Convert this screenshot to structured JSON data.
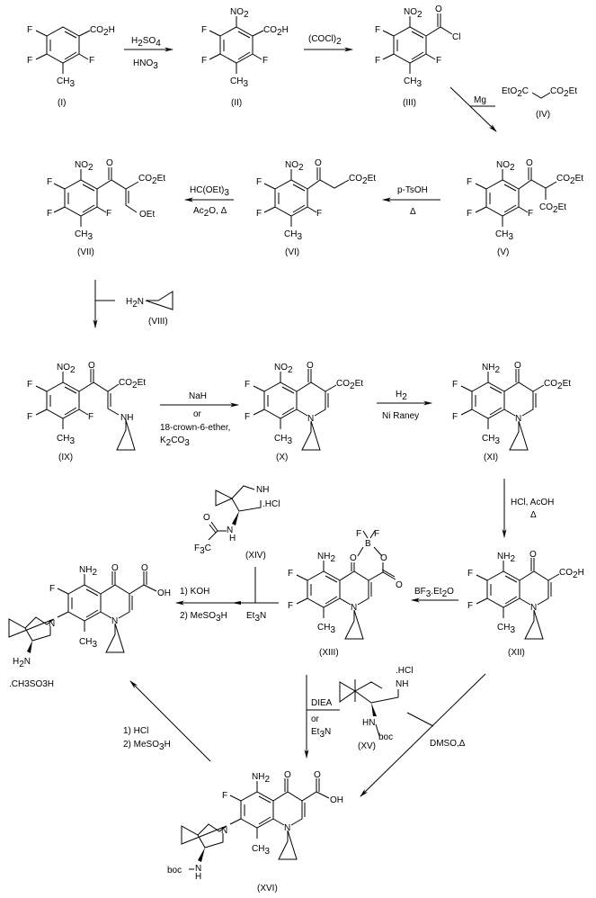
{
  "title": "Synthesis scheme of 5-amino-7-(7-amino-5-azaspiro[2.4]hept-5-yl)-1-cyclopropyl-6-fluoro-8-methyl-4-oxoquinoline-3-carboxylic acid",
  "compounds": {
    "I": {
      "label": "(I)",
      "groups": [
        "F",
        "F",
        "F",
        "CH3",
        "CO2H"
      ]
    },
    "II": {
      "label": "(II)",
      "groups": [
        "NO2",
        "F",
        "F",
        "F",
        "CH3",
        "CO2H"
      ]
    },
    "III": {
      "label": "(III)",
      "groups": [
        "NO2",
        "F",
        "F",
        "F",
        "CH3",
        "O",
        "Cl"
      ]
    },
    "IV": {
      "label": "(IV)",
      "formula_left": "EtO2C",
      "formula_right": "CO2Et"
    },
    "V": {
      "label": "(V)",
      "groups": [
        "NO2",
        "O",
        "CO2Et",
        "CO2Et",
        "F",
        "F",
        "F",
        "CH3"
      ]
    },
    "VI": {
      "label": "(VI)",
      "groups": [
        "NO2",
        "O",
        "CO2Et",
        "F",
        "F",
        "F",
        "CH3"
      ]
    },
    "VII": {
      "label": "(VII)",
      "groups": [
        "NO2",
        "O",
        "CO2Et",
        "OEt",
        "F",
        "F",
        "F",
        "CH3"
      ]
    },
    "VIII": {
      "label": "(VIII)",
      "formula": "H2N"
    },
    "IX": {
      "label": "(IX)",
      "groups": [
        "NO2",
        "O",
        "CO2Et",
        "NH",
        "F",
        "F",
        "F",
        "CH3"
      ]
    },
    "X": {
      "label": "(X)",
      "groups": [
        "NO2",
        "O",
        "CO2Et",
        "N",
        "F",
        "F",
        "CH3"
      ]
    },
    "XI": {
      "label": "(XI)",
      "groups": [
        "NH2",
        "O",
        "CO2Et",
        "N",
        "F",
        "F",
        "CH3"
      ]
    },
    "XII": {
      "label": "(XII)",
      "groups": [
        "NH2",
        "O",
        "CO2H",
        "N",
        "F",
        "F",
        "CH3"
      ]
    },
    "XIII": {
      "label": "(XIII)",
      "groups": [
        "NH2",
        "O",
        "O",
        "O",
        "B",
        "F",
        "F",
        "N",
        "F",
        "F",
        "CH3"
      ]
    },
    "XIV": {
      "label": "(XIV)",
      "groups": [
        "NH",
        ".HCl",
        "O",
        "N",
        "H",
        "F3C"
      ]
    },
    "XV": {
      "label": "(XV)",
      "groups": [
        ".HCl",
        "NH",
        "HN",
        "boc"
      ]
    },
    "XVI": {
      "label": "(XVI)",
      "groups": [
        "NH2",
        "O",
        "O",
        "OH",
        "F",
        "N",
        "N",
        "CH3",
        "boc",
        "N",
        "H"
      ]
    },
    "final": {
      "groups": [
        "NH2",
        "O",
        "O",
        "OH",
        "F",
        "N",
        "N",
        "CH3",
        "H2N"
      ],
      "salt": ".CH3SO3H"
    }
  },
  "reactions": [
    {
      "from": "I",
      "to": "II",
      "above": "H2SO4",
      "below": "HNO3"
    },
    {
      "from": "II",
      "to": "III",
      "above": "(COCl)2",
      "below": ""
    },
    {
      "from": "III",
      "to": "V",
      "reagent": "Mg",
      "with": "IV"
    },
    {
      "from": "V",
      "to": "VI",
      "above": "p-TsOH",
      "below": "Δ"
    },
    {
      "from": "VI",
      "to": "VII",
      "above": "HC(OEt)3",
      "below": "Ac2O, Δ"
    },
    {
      "from": "VII",
      "to": "IX",
      "with": "VIII"
    },
    {
      "from": "IX",
      "to": "X",
      "above": "NaH",
      "below_lines": [
        "or",
        "18-crown-6-ether,",
        "K2CO3"
      ]
    },
    {
      "from": "X",
      "to": "XI",
      "above": "H2",
      "below": "Ni Raney"
    },
    {
      "from": "XI",
      "to": "XII",
      "right_lines": [
        "HCl, AcOH",
        "Δ"
      ]
    },
    {
      "from": "XII",
      "to": "XIII",
      "above": "BF3.Et2O"
    },
    {
      "from": "XIII",
      "to": "final",
      "with": "XIV",
      "mid": "Et3N",
      "above": "1) KOH",
      "below": "2) MeSO3H"
    },
    {
      "from": "XIII",
      "to": "XVI",
      "with": "XV",
      "right_lines": [
        "DIEA",
        "or",
        "Et3N"
      ]
    },
    {
      "from": "XII",
      "to": "XVI",
      "with": "XV",
      "label": "DMSO,Δ"
    },
    {
      "from": "XVI",
      "to": "final",
      "lines": [
        "1) HCl",
        "2) MeSO3H"
      ]
    }
  ]
}
